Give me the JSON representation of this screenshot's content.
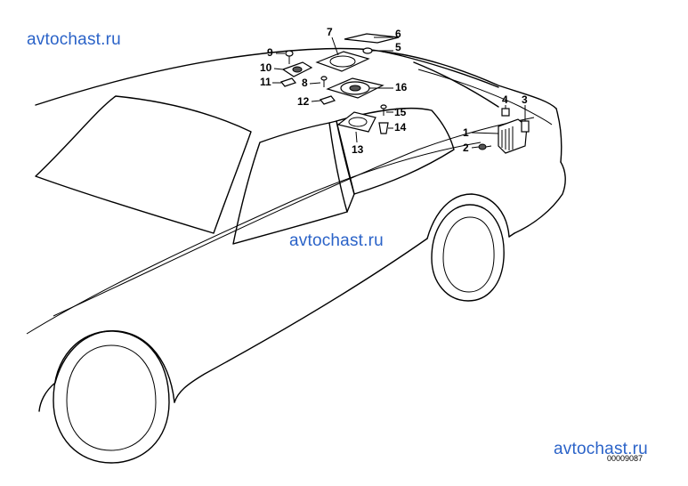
{
  "watermarks": [
    "avtochast.ru",
    "avtochast.ru",
    "avtochast.ru"
  ],
  "diagram_code": "00009087",
  "callouts": [
    "1",
    "2",
    "3",
    "4",
    "5",
    "6",
    "7",
    "8",
    "9",
    "10",
    "11",
    "12",
    "13",
    "14",
    "15",
    "16"
  ]
}
